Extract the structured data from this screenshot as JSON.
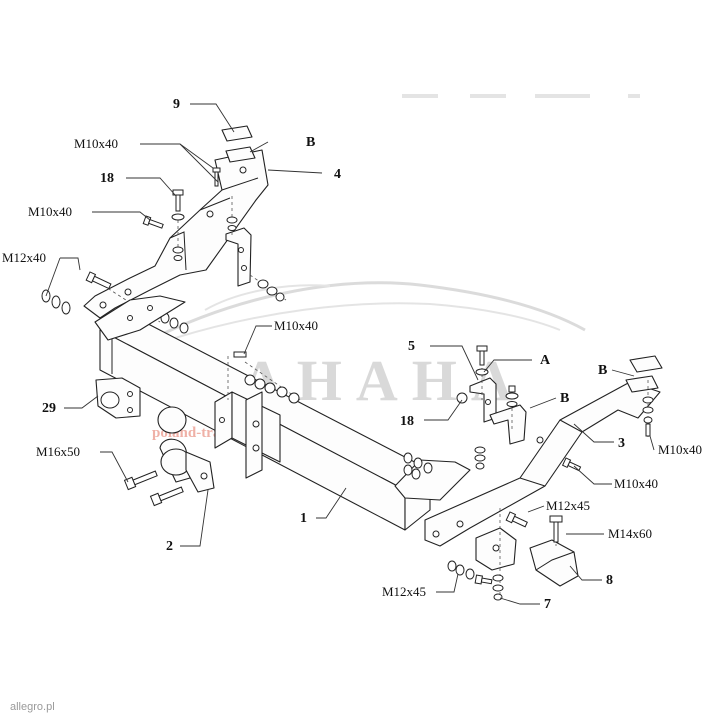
{
  "watermark": {
    "brand": "CAHAHA",
    "tagline": "poland-travel",
    "source": "allegro.pl"
  },
  "labels": {
    "part_9": "9",
    "part_B_top": "B",
    "m10x40_top": "M10x40",
    "part_4": "4",
    "part_18_left": "18",
    "m10x40_left": "M10x40",
    "m12x40": "M12x40",
    "m10x40_center": "M10x40",
    "part_5": "5",
    "part_A": "A",
    "part_B_right_upper": "B",
    "part_B_right": "B",
    "part_18_right": "18",
    "part_3": "3",
    "m10x40_right_upper": "M10x40",
    "m10x40_right_lower": "M10x40",
    "part_29": "29",
    "m16x50": "M16x50",
    "part_1": "1",
    "part_2": "2",
    "m12x45_upper": "M12x45",
    "m14x60": "M14x60",
    "part_8": "8",
    "m12x45_lower": "M12x45",
    "part_7": "7"
  }
}
